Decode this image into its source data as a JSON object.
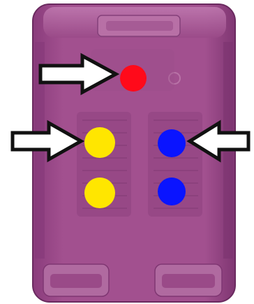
{
  "image": {
    "subject": "ink-cartridge-bottom-view",
    "colors": {
      "background": "#ffffff",
      "cartridge_body": "#9e4a8c",
      "cartridge_edge": "#7d3470",
      "cartridge_highlight": "#b866a4",
      "cartridge_shadow": "#6a2a5f",
      "ink_red": "#ff0a1a",
      "ink_yellow": "#ffe600",
      "ink_blue": "#0a14ff",
      "arrow_stroke": "#111111",
      "arrow_fill": "#ffffff"
    },
    "markers": [
      {
        "name": "red-ink-dot",
        "color_key": "ink_red"
      },
      {
        "name": "yellow-ink-dot-upper",
        "color_key": "ink_yellow"
      },
      {
        "name": "yellow-ink-dot-lower",
        "color_key": "ink_yellow"
      },
      {
        "name": "blue-ink-dot-upper",
        "color_key": "ink_blue"
      },
      {
        "name": "blue-ink-dot-lower",
        "color_key": "ink_blue"
      }
    ],
    "arrows": [
      {
        "name": "arrow-to-red",
        "direction": "right"
      },
      {
        "name": "arrow-to-yellow",
        "direction": "right"
      },
      {
        "name": "arrow-to-blue",
        "direction": "left"
      }
    ]
  }
}
